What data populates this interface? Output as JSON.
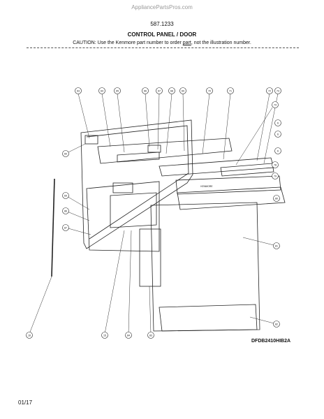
{
  "header": {
    "watermark": "AppliancePartsPros.com",
    "model_number": "587.1233",
    "title": "CONTROL PANEL / DOOR",
    "caution_pre": "CAUTION: Use the Kenmore part number to order ",
    "caution_link": "part",
    "caution_post": ", not the illustration number."
  },
  "diagram": {
    "callouts_top": [
      "63",
      "64",
      "65",
      "66",
      "67",
      "68",
      "69",
      "70",
      "71",
      "72",
      "73"
    ],
    "callouts_right": [
      "74",
      "6",
      "6",
      "6",
      "78",
      "79",
      "80",
      "81",
      "82"
    ],
    "callouts_left": [
      "60",
      "69",
      "86",
      "87",
      "16"
    ],
    "callouts_bottom": [
      "15",
      "84",
      "83"
    ],
    "panel_label": "KENMORE",
    "part_number": "DFDB2410HIB2A"
  },
  "footer": {
    "page_code": "01/17"
  }
}
